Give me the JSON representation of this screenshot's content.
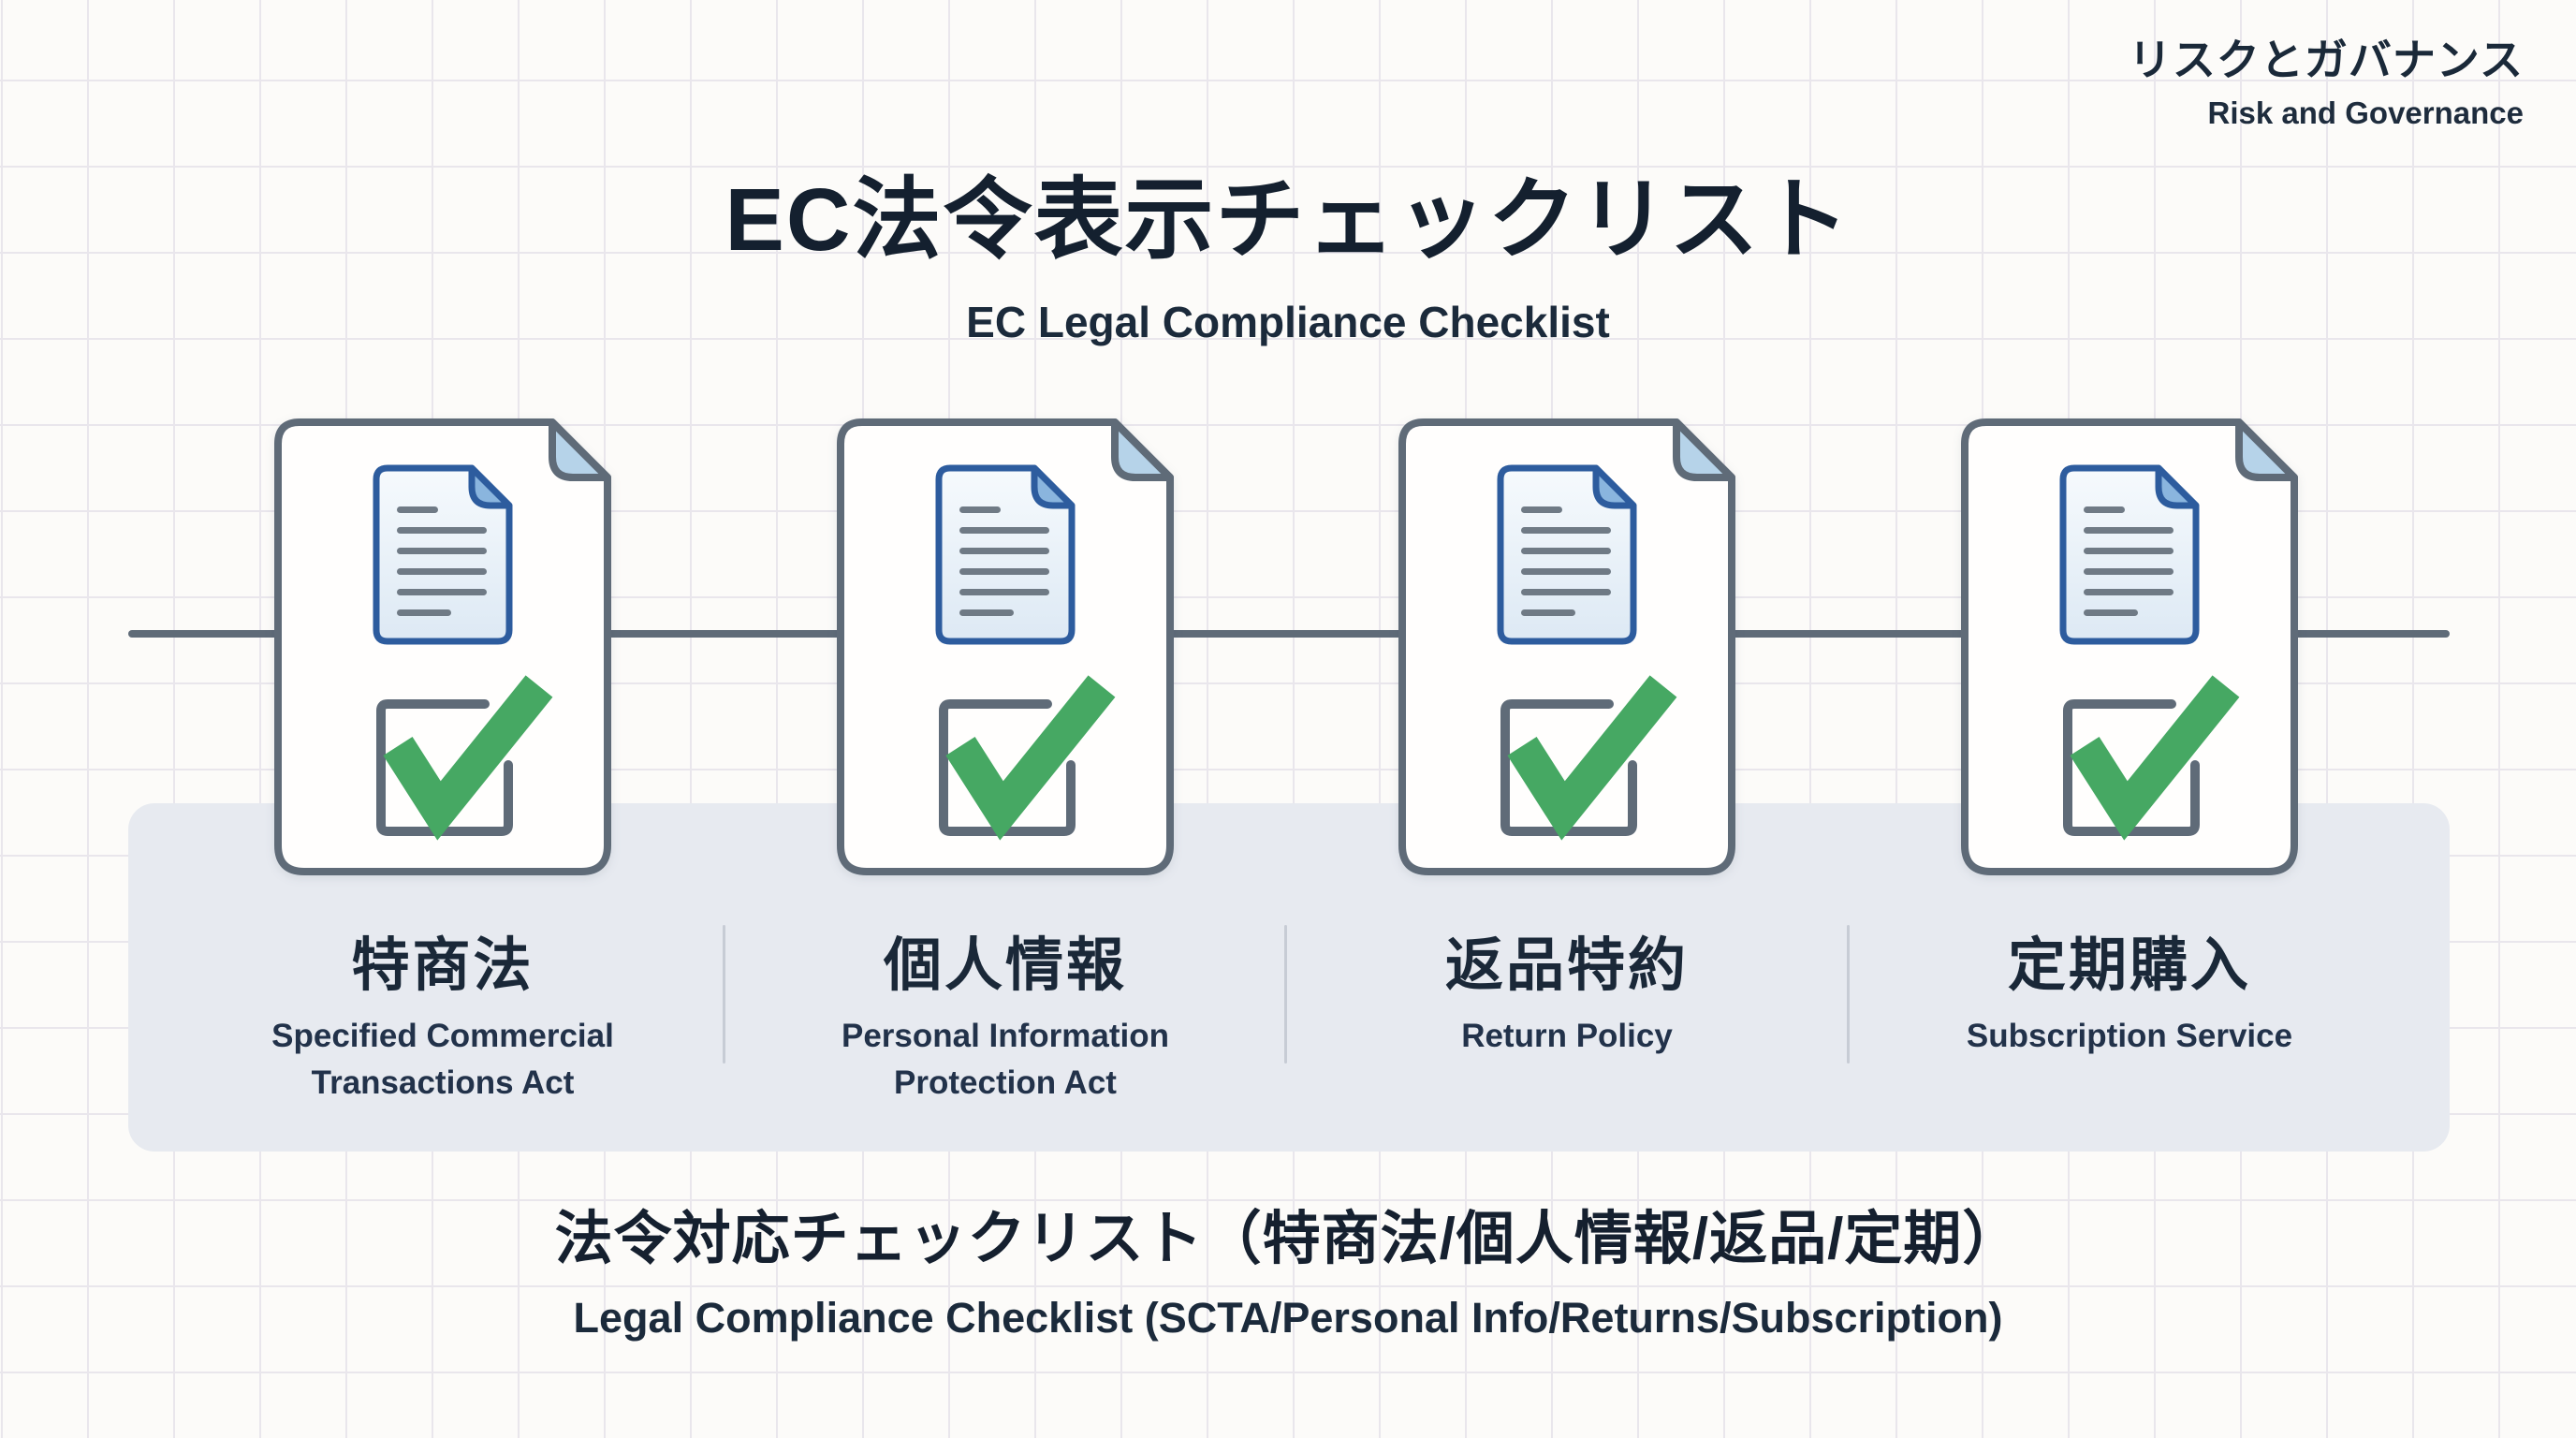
{
  "brand": {
    "title_jp": "リスクとガバナンス",
    "title_en": "Risk and Governance"
  },
  "header": {
    "title_jp": "EC法令表示チェックリスト",
    "subtitle_en": "EC Legal Compliance Checklist"
  },
  "checklist": {
    "items": [
      {
        "label_jp": "特商法",
        "label_en": "Specified Commercial Transactions Act"
      },
      {
        "label_jp": "個人情報",
        "label_en": "Personal Information Protection Act"
      },
      {
        "label_jp": "返品特約",
        "label_en": "Return Policy"
      },
      {
        "label_jp": "定期購入",
        "label_en": "Subscription Service"
      }
    ]
  },
  "caption": {
    "line_jp": "法令対応チェックリスト（特商法/個人情報/返品/定期）",
    "line_en": "Legal Compliance Checklist (SCTA/Personal Info/Returns/Subscription)"
  },
  "icons": {
    "card": "document-card-with-folded-corner",
    "document": "document-page-icon",
    "checkbox": "checked-checkbox-icon"
  },
  "colors": {
    "navy_text": "#18263a",
    "check_green": "#46a863",
    "outline_gray": "#5f6b78",
    "doc_border_blue": "#2d5c9e",
    "doc_fold_blue": "#8ab5de",
    "card_fold_blue": "#b6d3e9",
    "band_bg": "#e7eaf0",
    "background": "#fcfbf9"
  }
}
